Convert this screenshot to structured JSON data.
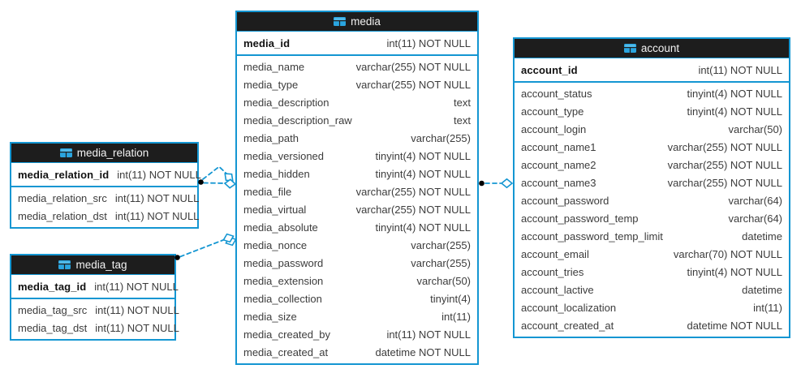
{
  "diagram": {
    "background_color": "#ffffff",
    "accent_color": "#1496d2",
    "header_bg_color": "#1d1d1d",
    "header_text_color": "#f2f2f2",
    "row_text_color": "#3c3c3c",
    "pk_text_color": "#121212",
    "connector": {
      "line_color": "#1496d2",
      "line_style": "dashed",
      "dot_color": "#000000",
      "diamond_fill": "#ffffff"
    }
  },
  "tables": [
    {
      "title": "media_relation",
      "icon": "table-grid-icon",
      "primary_key": {
        "name": "media_relation_id",
        "type": "int(11) NOT NULL"
      },
      "columns": [
        {
          "name": "media_relation_src",
          "type": "int(11) NOT NULL"
        },
        {
          "name": "media_relation_dst",
          "type": "int(11) NOT NULL"
        }
      ]
    },
    {
      "title": "media_tag",
      "icon": "table-grid-icon",
      "primary_key": {
        "name": "media_tag_id",
        "type": "int(11) NOT NULL"
      },
      "columns": [
        {
          "name": "media_tag_src",
          "type": "int(11) NOT NULL"
        },
        {
          "name": "media_tag_dst",
          "type": "int(11) NOT NULL"
        }
      ]
    },
    {
      "title": "media",
      "icon": "table-grid-icon",
      "primary_key": {
        "name": "media_id",
        "type": "int(11) NOT NULL"
      },
      "columns": [
        {
          "name": "media_name",
          "type": "varchar(255) NOT NULL"
        },
        {
          "name": "media_type",
          "type": "varchar(255) NOT NULL"
        },
        {
          "name": "media_description",
          "type": "text"
        },
        {
          "name": "media_description_raw",
          "type": "text"
        },
        {
          "name": "media_path",
          "type": "varchar(255)"
        },
        {
          "name": "media_versioned",
          "type": "tinyint(4) NOT NULL"
        },
        {
          "name": "media_hidden",
          "type": "tinyint(4) NOT NULL"
        },
        {
          "name": "media_file",
          "type": "varchar(255) NOT NULL"
        },
        {
          "name": "media_virtual",
          "type": "varchar(255) NOT NULL"
        },
        {
          "name": "media_absolute",
          "type": "tinyint(4) NOT NULL"
        },
        {
          "name": "media_nonce",
          "type": "varchar(255)"
        },
        {
          "name": "media_password",
          "type": "varchar(255)"
        },
        {
          "name": "media_extension",
          "type": "varchar(50)"
        },
        {
          "name": "media_collection",
          "type": "tinyint(4)"
        },
        {
          "name": "media_size",
          "type": "int(11)"
        },
        {
          "name": "media_created_by",
          "type": "int(11) NOT NULL"
        },
        {
          "name": "media_created_at",
          "type": "datetime NOT NULL"
        }
      ]
    },
    {
      "title": "account",
      "icon": "table-grid-icon",
      "primary_key": {
        "name": "account_id",
        "type": "int(11) NOT NULL"
      },
      "columns": [
        {
          "name": "account_status",
          "type": "tinyint(4) NOT NULL"
        },
        {
          "name": "account_type",
          "type": "tinyint(4) NOT NULL"
        },
        {
          "name": "account_login",
          "type": "varchar(50)"
        },
        {
          "name": "account_name1",
          "type": "varchar(255) NOT NULL"
        },
        {
          "name": "account_name2",
          "type": "varchar(255) NOT NULL"
        },
        {
          "name": "account_name3",
          "type": "varchar(255) NOT NULL"
        },
        {
          "name": "account_password",
          "type": "varchar(64)"
        },
        {
          "name": "account_password_temp",
          "type": "varchar(64)"
        },
        {
          "name": "account_password_temp_limit",
          "type": "datetime"
        },
        {
          "name": "account_email",
          "type": "varchar(70) NOT NULL"
        },
        {
          "name": "account_tries",
          "type": "tinyint(4) NOT NULL"
        },
        {
          "name": "account_lactive",
          "type": "datetime"
        },
        {
          "name": "account_localization",
          "type": "int(11)"
        },
        {
          "name": "account_created_at",
          "type": "datetime NOT NULL"
        }
      ]
    }
  ],
  "relationships": [
    {
      "from": "media_relation",
      "to": "media",
      "style": "dashed",
      "end_markers": "dot-to-open-diamond"
    },
    {
      "from": "media_relation",
      "to": "media",
      "style": "dashed",
      "end_markers": "dot-to-open-diamond"
    },
    {
      "from": "media_tag",
      "to": "media",
      "style": "dashed",
      "end_markers": "dot-to-open-diamond"
    },
    {
      "from": "media",
      "to": "account",
      "style": "dashed",
      "end_markers": "dot-to-open-diamond"
    }
  ]
}
